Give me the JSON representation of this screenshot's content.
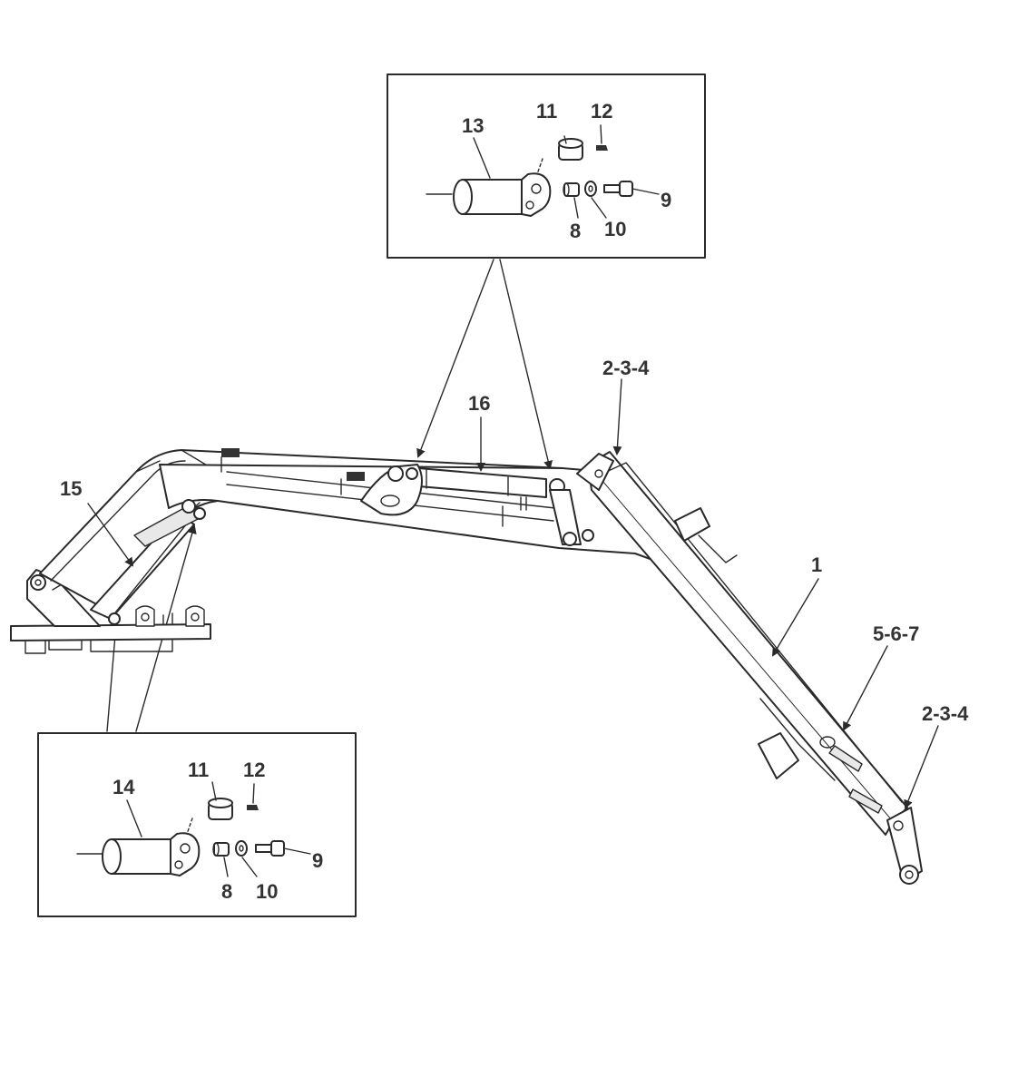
{
  "colors": {
    "line": "#2a2a2a",
    "label": "#333333",
    "background": "#ffffff"
  },
  "inset_top": {
    "callouts": {
      "c13": "13",
      "c11": "11",
      "c12": "12",
      "c9": "9",
      "c8": "8",
      "c10": "10"
    }
  },
  "inset_bottom": {
    "callouts": {
      "c14": "14",
      "c11": "11",
      "c12": "12",
      "c9": "9",
      "c8": "8",
      "c10": "10"
    }
  },
  "assembly": {
    "callouts": {
      "c15": "15",
      "c16": "16",
      "c234_top": "2-3-4",
      "c1": "1",
      "c567": "5-6-7",
      "c234_bottom": "2-3-4"
    }
  }
}
